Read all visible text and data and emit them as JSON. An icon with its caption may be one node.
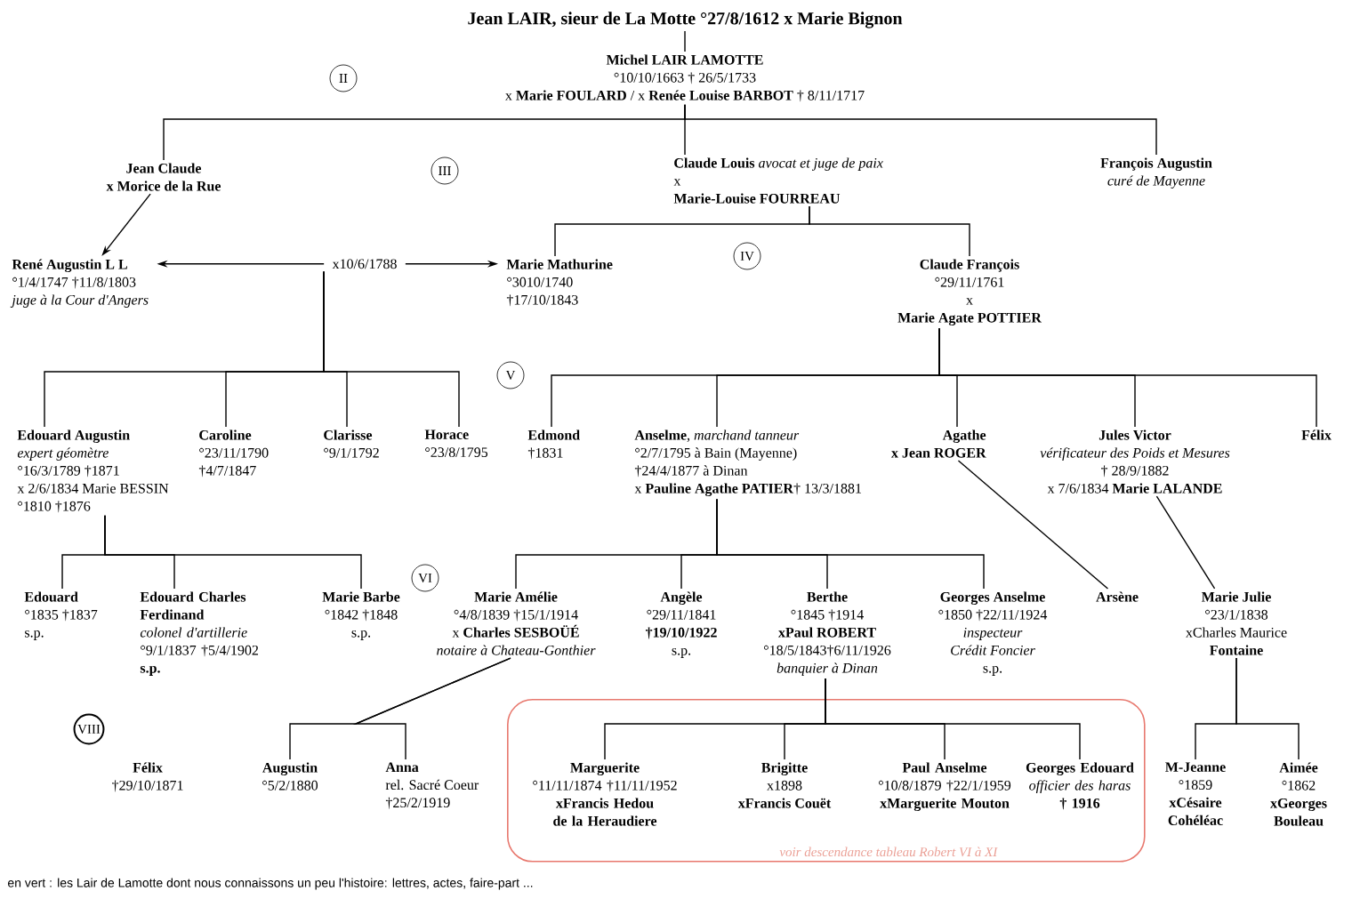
{
  "diagram": {
    "nodes": [
      {
        "text": [
          "**Jean LAIR, sieur de La Motte** °27/8/1612 x **Marie Bignon**"
        ]
      },
      {
        "text": [
          "Michel LAIR LAMOTTE",
          "°10/10/1663 † 26/5/1733",
          "x **Marie FOULARD** / x **Renée Louise BARBOT** † 8/11/1717"
        ]
      },
      {
        "text": [
          "II"
        ]
      },
      {
        "text": [
          "Jean Claude",
          "x Morice de la Rue"
        ]
      },
      {
        "text": [
          "III"
        ]
      },
      {
        "text": [
          "**Claude Louis** *avocat et juge de paix*",
          "x",
          "Marie-Louise FOURREAU"
        ]
      },
      {
        "text": [
          "François Augustin",
          "curé de Mayenne"
        ]
      },
      {
        "text": [
          "René Augustin L L",
          "°1/4/1747 †11/8/1803",
          "juge à la Cour d'Angers"
        ]
      },
      {
        "text": [
          "x10/6/1788"
        ]
      },
      {
        "text": [
          "Marie Mathurine",
          "°3010/1740",
          "†17/10/1843"
        ]
      },
      {
        "text": [
          "IV"
        ]
      },
      {
        "text": [
          "Claude François",
          "°29/11/1761",
          "x",
          "Marie Agate POTTIER"
        ]
      },
      {
        "text": [
          "V"
        ]
      },
      {
        "text": [
          "Edouard Augustin",
          "expert géomètre",
          "°16/3/1789 †1871",
          "x 2/6/1834 Marie BESSIN",
          "°1810 †1876"
        ]
      },
      {
        "text": [
          "Caroline",
          "°23/11/1790",
          "†4/7/1847"
        ]
      },
      {
        "text": [
          "Clarisse",
          "°9/1/1792"
        ]
      },
      {
        "text": [
          "Horace",
          "°23/8/1795"
        ]
      },
      {
        "text": [
          "Edmond",
          "†1831"
        ]
      },
      {
        "text": [
          "**Anselme**, *marchand tanneur*",
          "°2/7/1795 à Bain (Mayenne)",
          "†24/4/1877 à Dinan",
          "x **Pauline Agathe PATIER**† 13/3/1881"
        ]
      },
      {
        "text": [
          "Agathe",
          "x Jean ROGER"
        ]
      },
      {
        "text": [
          "Jules Victor",
          "vérificateur des Poids et Mesures",
          "† 28/9/1882",
          "x 7/6/1834 **Marie LALANDE**"
        ]
      },
      {
        "text": [
          "Félix"
        ]
      },
      {
        "text": [
          "VI"
        ]
      },
      {
        "text": [
          "Edouard",
          "°1835 †1837",
          "s.p."
        ]
      },
      {
        "text": [
          "Edouard Charles Ferdinand",
          "colonel d'artillerie",
          "°9/1/1837 †5/4/1902",
          "s.p."
        ]
      },
      {
        "text": [
          "Marie Barbe",
          "°1842 †1848",
          "s.p."
        ]
      },
      {
        "text": [
          "Marie Amélie",
          "°4/8/1839 †15/1/1914",
          "x **Charles SESBOÜÉ**",
          "notaire à Chateau-Gonthier"
        ]
      },
      {
        "text": [
          "Angèle",
          "°29/11/1841",
          "†19/10/1922",
          "s.p."
        ]
      },
      {
        "text": [
          "Berthe",
          "°1845 †1914",
          "xPaul ROBERT",
          "°18/5/1843†6/11/1926",
          "banquier à Dinan"
        ]
      },
      {
        "text": [
          "Georges Anselme",
          "°1850 †22/11/1924",
          "inspecteur",
          "Crédit Foncier",
          "s.p."
        ]
      },
      {
        "text": [
          "Arsène"
        ]
      },
      {
        "text": [
          "Marie Julie",
          "°23/1/1838",
          "xCharles Maurice",
          "Fontaine"
        ]
      },
      {
        "text": [
          "VIII"
        ]
      },
      {
        "text": [
          "Félix",
          "†29/10/1871"
        ]
      },
      {
        "text": [
          "Augustin",
          "°5/2/1880"
        ]
      },
      {
        "text": [
          "Anna",
          "rel. Sacré Coeur",
          "†25/2/1919"
        ]
      },
      {
        "text": [
          "voir descendance tableau Robert VI à XI"
        ]
      },
      {
        "text": [
          "Marguerite",
          "°11/11/1874 †11/11/1952",
          "xFrancis Hedou de la Heraudiere"
        ],
        "in": 36
      },
      {
        "text": [
          "Brigitte",
          "x1898",
          "xFrancis Couët"
        ],
        "in": 36
      },
      {
        "text": [
          "Paul Anselme",
          "°10/8/1879 †22/1/1959",
          "xMarguerite Mouton"
        ],
        "in": 36
      },
      {
        "text": [
          "Georges Edouard",
          "officier des haras",
          "† 1916"
        ],
        "in": 36
      },
      {
        "text": [
          "M-Jeanne",
          "°1859",
          "xCésaire Cohéléac"
        ]
      },
      {
        "text": [
          "Aimée",
          "°1862",
          "xGeorges Bouleau"
        ]
      }
    ],
    "edges": [
      {
        "from": 0,
        "to": 1,
        "arrow": "none"
      },
      {
        "from": 1,
        "to": 3,
        "arrow": "none"
      },
      {
        "from": 1,
        "to": 5,
        "arrow": "none"
      },
      {
        "from": 1,
        "to": 6,
        "arrow": "none"
      },
      {
        "from": 3,
        "to": 7,
        "arrow": "to"
      },
      {
        "from": 8,
        "to": 7,
        "arrow": "to"
      },
      {
        "from": 8,
        "to": 9,
        "arrow": "to"
      },
      {
        "from": 5,
        "to": 9,
        "arrow": "none"
      },
      {
        "from": 5,
        "to": 11,
        "arrow": "none"
      },
      {
        "from": 8,
        "to": 13,
        "arrow": "none"
      },
      {
        "from": 8,
        "to": 14,
        "arrow": "none"
      },
      {
        "from": 8,
        "to": 15,
        "arrow": "none"
      },
      {
        "from": 8,
        "to": 16,
        "arrow": "none"
      },
      {
        "from": 11,
        "to": 17,
        "arrow": "none"
      },
      {
        "from": 11,
        "to": 18,
        "arrow": "none"
      },
      {
        "from": 11,
        "to": 19,
        "arrow": "none"
      },
      {
        "from": 11,
        "to": 20,
        "arrow": "none"
      },
      {
        "from": 11,
        "to": 21,
        "arrow": "none"
      },
      {
        "from": 13,
        "to": 23,
        "arrow": "none"
      },
      {
        "from": 13,
        "to": 24,
        "arrow": "none"
      },
      {
        "from": 13,
        "to": 25,
        "arrow": "none"
      },
      {
        "from": 18,
        "to": 26,
        "arrow": "none"
      },
      {
        "from": 18,
        "to": 27,
        "arrow": "none"
      },
      {
        "from": 18,
        "to": 28,
        "arrow": "none"
      },
      {
        "from": 18,
        "to": 29,
        "arrow": "none"
      },
      {
        "from": 19,
        "to": 30,
        "arrow": "none"
      },
      {
        "from": 20,
        "to": 31,
        "arrow": "none"
      },
      {
        "from": 26,
        "to": 34,
        "arrow": "none"
      },
      {
        "from": 26,
        "to": 35,
        "arrow": "none"
      },
      {
        "from": 28,
        "to": 37,
        "arrow": "none"
      },
      {
        "from": 28,
        "to": 38,
        "arrow": "none"
      },
      {
        "from": 28,
        "to": 39,
        "arrow": "none"
      },
      {
        "from": 28,
        "to": 40,
        "arrow": "none"
      },
      {
        "from": 31,
        "to": 41,
        "arrow": "none"
      },
      {
        "from": 31,
        "to": 42,
        "arrow": "none"
      }
    ],
    "labels": [
      "en vert : les Lair de Lamotte dont nous connaissons un peu l'histoire: lettres, actes, faire-part ..."
    ]
  }
}
